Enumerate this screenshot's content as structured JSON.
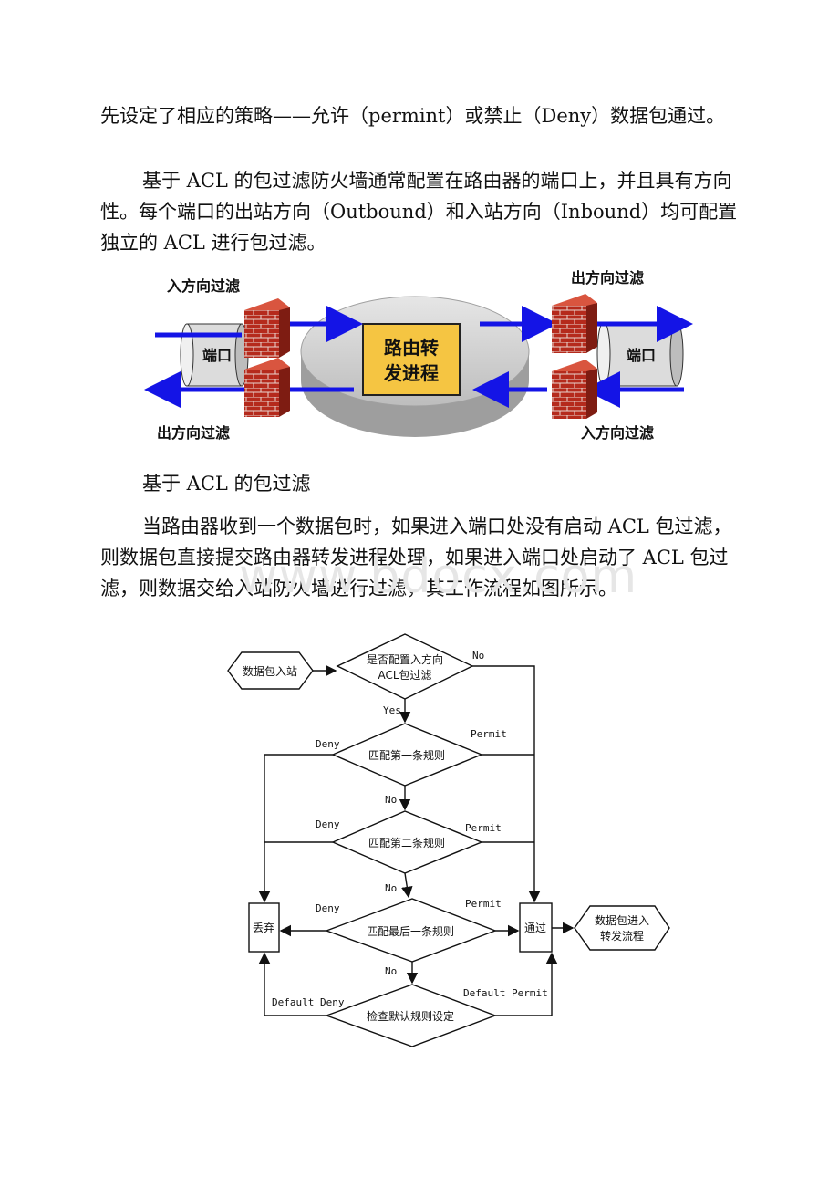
{
  "paragraphs": {
    "p1": "先设定了相应的策略——允许（permint）或禁止（Deny）数据包通过。",
    "p2": "基于 ACL 的包过滤防火墙通常配置在路由器的端口上，并且具有方向性。每个端口的出站方向（Outbound）和入站方向（Inbound）均可配置独立的 ACL 进行包过滤。",
    "caption": "基于 ACL 的包过滤",
    "p3": "当路由器收到一个数据包时，如果进入端口处没有启动 ACL 包过滤，则数据包直接提交路由器转发进程处理，如果进入端口处启动了 ACL 包过滤，则数据交给入站防火墙进行过滤，其工作流程如图所示。"
  },
  "watermark": "www.bdocx.com",
  "router_figure": {
    "in_filter_left": "入方向过滤",
    "out_filter_left": "出方向过滤",
    "out_filter_right": "出方向过滤",
    "in_filter_right": "入方向过滤",
    "port_left": "端口",
    "port_right": "端口",
    "router_line1": "路由转",
    "router_line2": "发进程"
  },
  "flowchart": {
    "start": "数据包入站",
    "d1_line1": "是否配置入方向",
    "d1_line2": "ACL包过滤",
    "d1_no": "No",
    "d1_yes": "Yes",
    "d2": "匹配第一条规则",
    "d2_deny": "Deny",
    "d2_permit": "Permit",
    "d2_no": "No",
    "d3": "匹配第二条规则",
    "d3_deny": "Deny",
    "d3_permit": "Permit",
    "d3_no": "No",
    "d4": "匹配最后一条规则",
    "d4_deny": "Deny",
    "d4_permit": "Permit",
    "d4_no": "No",
    "d5": "检查默认规则设定",
    "default_deny": "Default Deny",
    "default_permit": "Default Permit",
    "drop": "丢弃",
    "pass": "通过",
    "end_line1": "数据包进入",
    "end_line2": "转发流程"
  },
  "colors": {
    "arrow_blue": "#1414e6",
    "firewall_red": "#b52a1c",
    "router_box": "#f5c542",
    "router_disc": "#c8c8c8"
  }
}
